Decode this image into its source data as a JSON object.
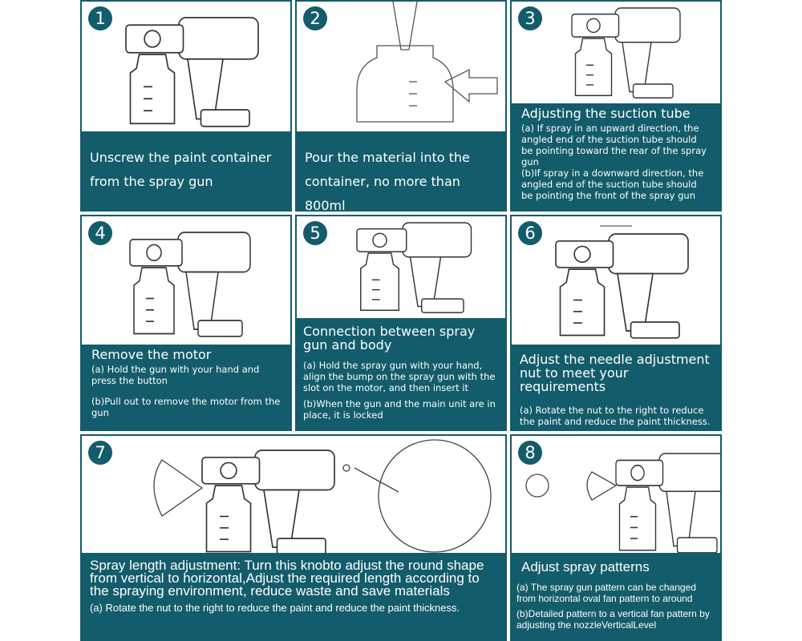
{
  "accent": "#135c6b",
  "steps": [
    {
      "num": "1",
      "title": "Unscrew the paint container from the spray gun"
    },
    {
      "num": "2",
      "title": "Pour the material into the container, no more than 800ml"
    },
    {
      "num": "3",
      "title": "Adjusting the suction tube",
      "a": "(a) If  spray in an upward direction, the angled end of the suction tube should be pointing toward the rear of the spray gun",
      "b": "(b)If spray in a downward direction, the angled end of the suction tube should be pointing the front of the spray gun"
    },
    {
      "num": "4",
      "title": "Remove the motor",
      "a": "(a) Hold the gun with your hand and press the button",
      "b": "(b)Pull out to remove the motor from the gun"
    },
    {
      "num": "5",
      "title": "Connection between spray gun and body",
      "a": "(a) Hold the spray gun with your hand, align the bump on the spray gun with the slot on the motor, and then insert it",
      "b": "(b)When the gun and the main unit are in place, it is locked"
    },
    {
      "num": "6",
      "title": "Adjust the needle adjustment nut to meet your requirements",
      "a": "(a) Rotate the nut to the right to reduce the paint and reduce the paint thickness."
    },
    {
      "num": "7",
      "title": "Spray length adjustment: Turn this knobto adjust the round shape from vertical to horizontal,Adjust the required length according to the spraying environment, reduce waste and save materials",
      "a": "(a) Rotate the nut to the right to reduce the paint and reduce the paint thickness."
    },
    {
      "num": "8",
      "title": "Adjust spray patterns",
      "a": "(a) The spray gun pattern can be changed from horizontal oval fan pattern to around",
      "b": "(b)Detailed pattern to a vertical fan pattern by adjusting the nozzleVerticalLevel"
    }
  ]
}
